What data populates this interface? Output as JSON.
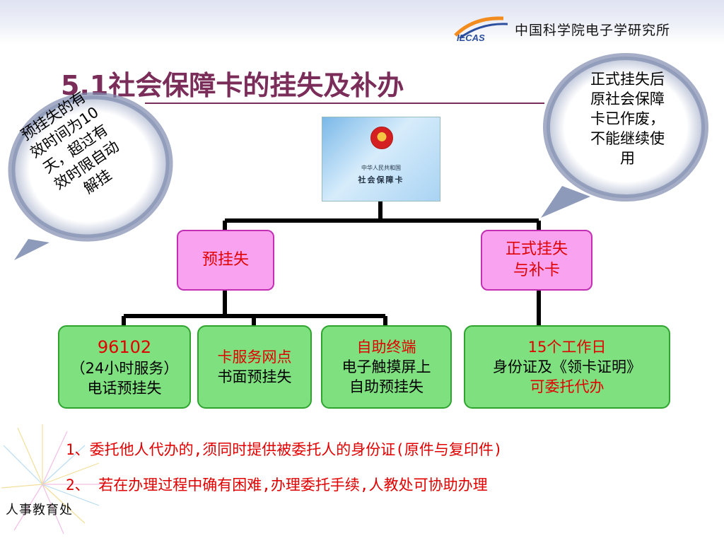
{
  "header": {
    "institute": "中国科学院电子学研究所",
    "logo_text": "IECAS"
  },
  "title": "5.1社会保障卡的挂失及补办",
  "card": {
    "line1": "中华人民共和国",
    "line2": "社会保障卡"
  },
  "left_bubble": [
    "预挂失的有",
    "效时间为10",
    "天，超过有",
    "效时限自动",
    "解挂"
  ],
  "right_bubble": [
    "正式挂失后",
    "原社会保障",
    "卡已作废，",
    "不能继续使",
    "用"
  ],
  "nodes": {
    "pre_loss": "预挂失",
    "formal_loss": {
      "line1": "正式挂失",
      "line2": "与补卡"
    },
    "hotline": {
      "line1": "96102",
      "line2": "（24小时服务）",
      "line3": "电话预挂失"
    },
    "outlet": {
      "line1": "卡服务网点",
      "line2": "书面预挂失"
    },
    "kiosk": {
      "line1": "自助终端",
      "line2": "电子触摸屏上",
      "line3": "自助预挂失"
    },
    "reissue": {
      "line1": "15个工作日",
      "line2": "身份证及《领卡证明》",
      "line3": "可委托代办"
    }
  },
  "notes": [
    "1、委托他人代办的,须同时提供被委托人的身份证(原件与复印件)",
    "2、  若在办理过程中确有困难,办理委托手续,人教处可协助办理"
  ],
  "footer": "人事教育处",
  "colors": {
    "title": "#7b2d5a",
    "accent_red": "#e00000",
    "pink_box": "#f9a3f0",
    "green_box": "#7ee07e",
    "connector": "#000000"
  }
}
